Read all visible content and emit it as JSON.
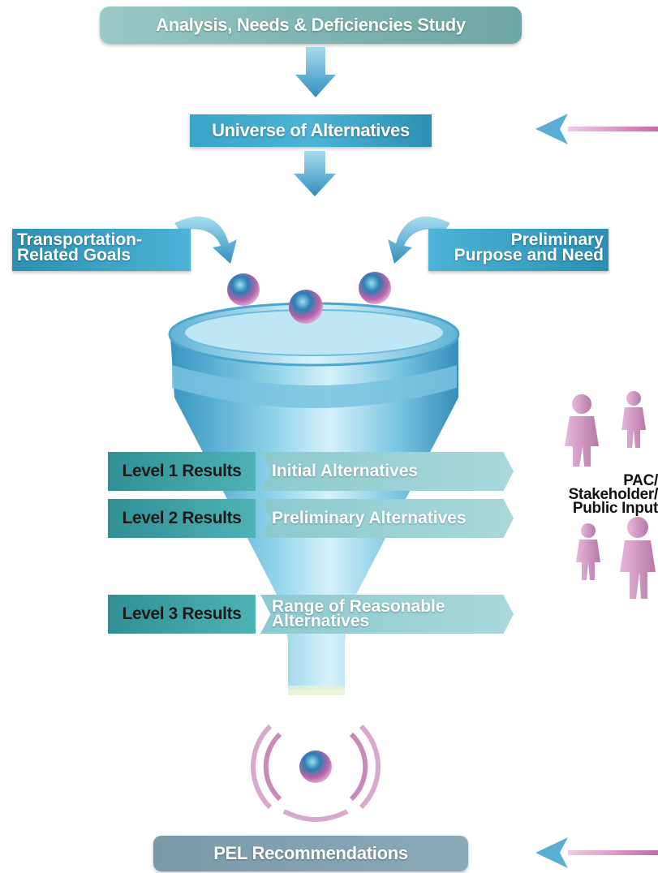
{
  "top_box": {
    "label": "Analysis, Needs & Deficiencies Study"
  },
  "universe_box": {
    "label": "Universe of Alternatives"
  },
  "goals": {
    "left": {
      "line1": "Transportation-",
      "line2": "Related Goals"
    },
    "right": {
      "line1": "Preliminary",
      "line2": "Purpose and Need"
    }
  },
  "levels": [
    {
      "label": "Level 1 Results",
      "value_line1": "Initial Alternatives",
      "value_line2": ""
    },
    {
      "label": "Level 2 Results",
      "value_line1": "Preliminary Alternatives",
      "value_line2": ""
    },
    {
      "label": "Level 3 Results",
      "value_line1": "Range of Reasonable",
      "value_line2": "Alternatives"
    }
  ],
  "stakeholder": {
    "line1": "PAC/",
    "line2": "Stakeholder/",
    "line3": "Public Input"
  },
  "bottom_box": {
    "label": "PEL Recommendations"
  },
  "colors": {
    "accent_blue": "#3aa8cc",
    "teal": "#4fb3b6",
    "sphere": "#c76fb3",
    "arrow_pink": "#c86aa8"
  }
}
